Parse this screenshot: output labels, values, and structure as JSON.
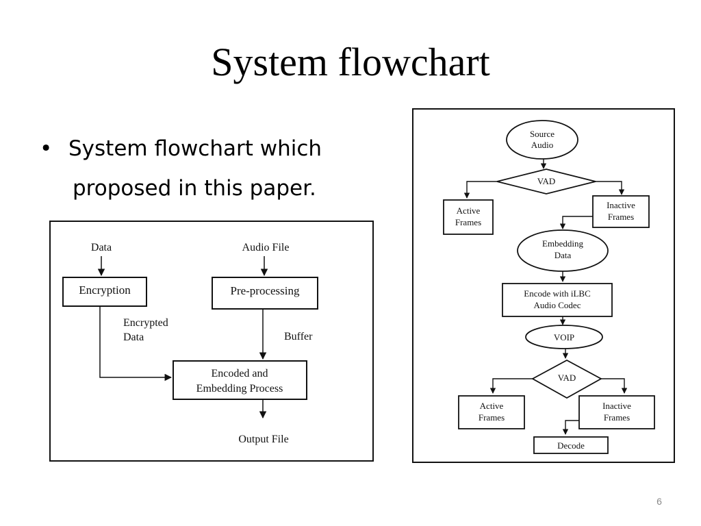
{
  "slide": {
    "title": "System flowchart",
    "bullet": {
      "symbol": "•",
      "line1": "System flowchart which",
      "line2": "proposed in this paper."
    },
    "page_number": "6"
  },
  "left_diagram": {
    "data_label": "Data",
    "audio_file_label": "Audio File",
    "encryption": "Encryption",
    "preprocessing": "Pre-processing",
    "encrypted_data_line1": "Encrypted",
    "encrypted_data_line2": "Data",
    "buffer": "Buffer",
    "encoded_line1": "Encoded and",
    "encoded_line2": "Embedding Process",
    "output_file": "Output File"
  },
  "right_diagram": {
    "source_audio_line1": "Source",
    "source_audio_line2": "Audio",
    "vad_1": "VAD",
    "active_frames_1_line1": "Active",
    "active_frames_1_line2": "Frames",
    "inactive_frames_1_line1": "Inactive",
    "inactive_frames_1_line2": "Frames",
    "embedding_data_line1": "Embedding",
    "embedding_data_line2": "Data",
    "encode_ilbc_line1": "Encode with iLBC",
    "encode_ilbc_line2": "Audio Codec",
    "voip": "VOIP",
    "vad_2": "VAD",
    "active_frames_2_line1": "Active",
    "active_frames_2_line2": "Frames",
    "inactive_frames_2_line1": "Inactive",
    "inactive_frames_2_line2": "Frames",
    "decode": "Decode"
  }
}
